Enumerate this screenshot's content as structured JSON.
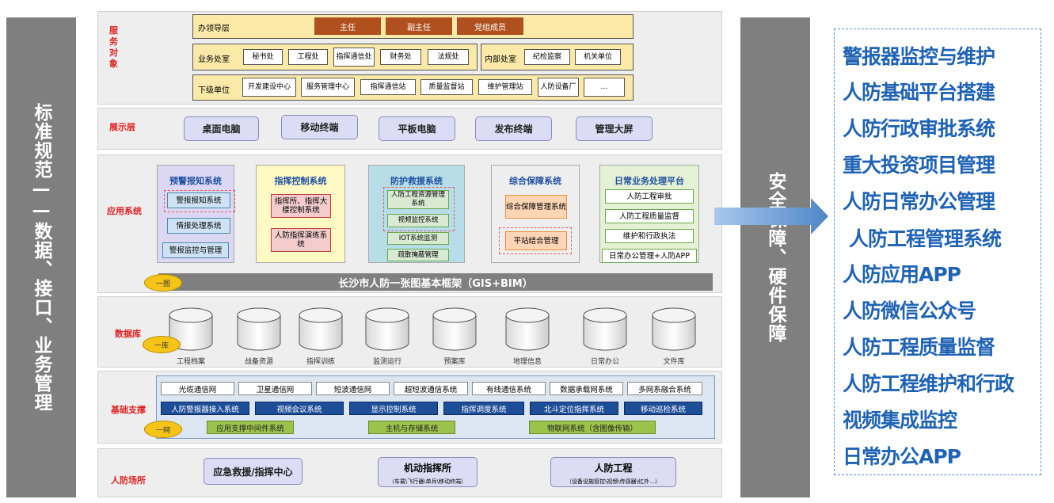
{
  "left_bar": {
    "text": "标准规范——数据、接口、业务管理"
  },
  "right_bar": {
    "text": "安全保障、硬件保障"
  },
  "layers": {
    "service": "服务对象",
    "display": "展示层",
    "application": "应用系统",
    "database": "数据库",
    "infrastructure": "基础支撑",
    "sites": "人防场所"
  },
  "service": {
    "leaders_label": "办领导层",
    "leaders": [
      "主任",
      "副主任",
      "党组成员"
    ],
    "biz_label": "业务处室",
    "biz": [
      "秘书处",
      "工程处",
      "指挥通信处",
      "财务处",
      "法规处"
    ],
    "internal_label": "内部处室",
    "internal": [
      "纪检监察",
      "机关单位"
    ],
    "sub_label": "下级单位",
    "sub": [
      "开发建设中心",
      "服务管理中心",
      "指挥通信站",
      "质量监督站",
      "维护管理站",
      "人防设备厂",
      "…"
    ]
  },
  "display": {
    "items": [
      "桌面电脑",
      "移动终端",
      "平板电脑",
      "发布终端",
      "管理大屏"
    ]
  },
  "apps": {
    "warning": {
      "title": "预警报知系统",
      "items": [
        "警报报知系统",
        "情报处理系统",
        "警报监控与管理"
      ]
    },
    "command": {
      "title": "指挥控制系统",
      "items": [
        "指挥所、指挥大楼控制系统",
        "人防指挥演练系统"
      ]
    },
    "rescue": {
      "title": "防护救援系统",
      "items": [
        "人防工程资源管理系统",
        "视频监控系统",
        "IOT系统监测",
        "疏散掩蔽管理"
      ]
    },
    "support": {
      "title": "综合保障系统",
      "items": [
        "综合保障管理系统",
        "平站结合管理"
      ]
    },
    "daily": {
      "title": "日常业务处理平台",
      "items": [
        "人防工程审批",
        "人防工程质量监督",
        "维护和行政执法",
        "日常办公管理+人防APP"
      ]
    },
    "one_map_badge": "一图",
    "one_map": "长沙市人防一张图基本框架（GIS+BIM）"
  },
  "database": {
    "badge": "一库",
    "items": [
      "工程档案",
      "战备资源",
      "指挥训练",
      "监测运行",
      "预案库",
      "地理信息",
      "日常办公",
      "文件库"
    ]
  },
  "infra": {
    "row1": [
      "光缆通信网",
      "卫星通信网",
      "短波通信网",
      "超短波通信系统",
      "有线通信系统",
      "数据承载网系统",
      "多网系融合系统"
    ],
    "row2": [
      "人防警报器接入系统",
      "视频会议系统",
      "显示控制系统",
      "指挥调度系统",
      "北斗定位指挥系统",
      "移动巡检系统"
    ],
    "badge": "一网",
    "row3": [
      "应用支撑中间件系统",
      "主机与存储系统",
      "物联网系统（含图像传输）"
    ]
  },
  "sites": {
    "items": [
      {
        "title": "应急救援/指挥中心",
        "sub": ""
      },
      {
        "title": "机动指挥所",
        "sub": "（车载\\飞行器\\单兵\\移动终端）"
      },
      {
        "title": "人防工程",
        "sub": "（设备设施管控\\视频\\传感器\\红外…）"
      }
    ]
  },
  "right_list": [
    "警报器监控与维护",
    "人防基础平台搭建",
    "人防行政审批系统",
    "重大投资项目管理",
    "人防日常办公管理",
    "人防工程管理系统",
    "人防应用APP",
    "人防微信公众号",
    "人防工程质量监督",
    "人防工程维护和行政",
    "视频集成监控",
    "日常办公APP"
  ],
  "colors": {
    "accent_red": "#e02020",
    "list_blue": "#1f63b5",
    "bar_gray": "#7f7f7f",
    "leader_brown": "#b0501e"
  }
}
